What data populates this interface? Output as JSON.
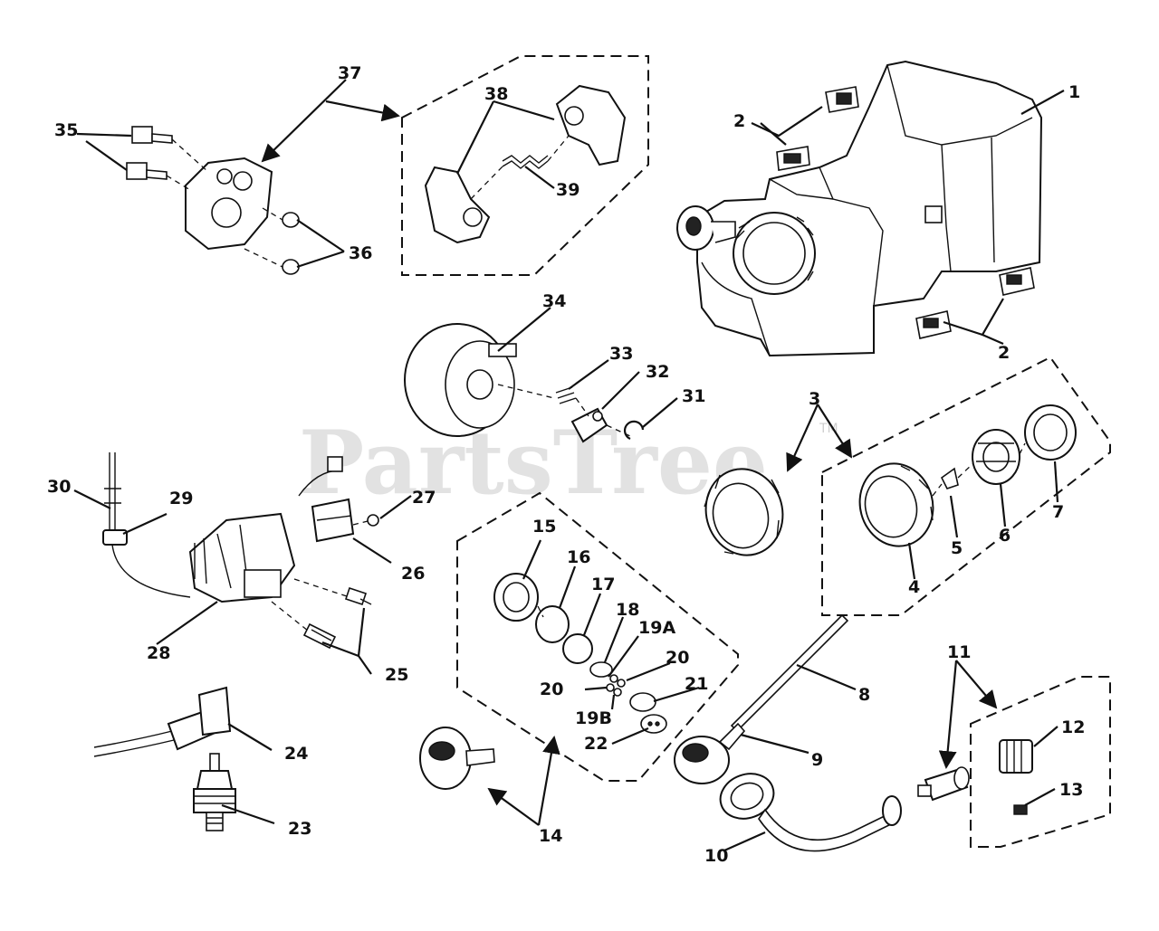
{
  "watermark": {
    "text": "PartsTree",
    "trademark": "TM"
  },
  "callouts": {
    "c1": "1",
    "c2a": "2",
    "c2b": "2",
    "c3": "3",
    "c4": "4",
    "c5": "5",
    "c6": "6",
    "c7": "7",
    "c8": "8",
    "c9": "9",
    "c10": "10",
    "c11": "11",
    "c12": "12",
    "c13": "13",
    "c14": "14",
    "c15": "15",
    "c16": "16",
    "c17": "17",
    "c18": "18",
    "c19a": "19A",
    "c19b": "19B",
    "c20a": "20",
    "c20b": "20",
    "c21": "21",
    "c22": "22",
    "c23": "23",
    "c24": "24",
    "c25": "25",
    "c26": "26",
    "c27": "27",
    "c28": "28",
    "c29": "29",
    "c30": "30",
    "c31": "31",
    "c32": "32",
    "c33": "33",
    "c34": "34",
    "c35": "35",
    "c36": "36",
    "c37": "37",
    "c38": "38",
    "c39": "39"
  }
}
